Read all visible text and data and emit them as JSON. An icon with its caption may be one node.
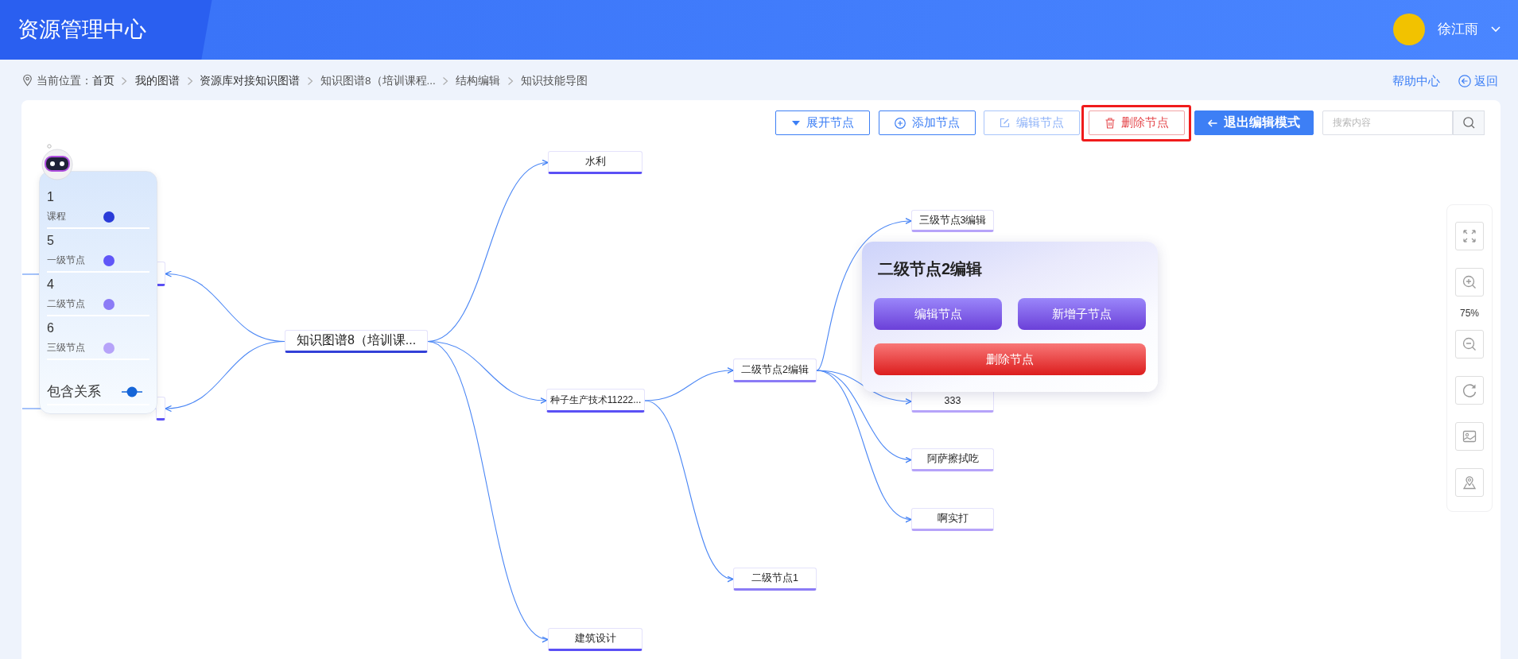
{
  "diagram": {
    "nodes": [
      {
        "text": [],
        "shape": "box"
      },
      {
        "text": [],
        "shape": "box"
      },
      {
        "text": [
          "知识图谱8（培训课..."
        ]
      },
      {
        "text": [
          "水利"
        ]
      },
      {
        "text": [
          "种子生产技术11222..."
        ]
      },
      {
        "text": [
          "建筑设计"
        ]
      },
      {
        "text": [
          "二级节点2编辑"
        ]
      },
      {
        "text": [
          "二级节点1"
        ]
      },
      {
        "text": [
          "三级节点3编辑"
        ]
      },
      {
        "text": [
          "333"
        ]
      },
      {
        "text": [
          "阿萨擦拭吃"
        ]
      },
      {
        "text": [
          "啊实打"
        ]
      },
      {
        "text": [
          "二级节点2编辑",
          "编辑节点",
          "新增子节点",
          "删除节点"
        ]
      }
    ],
    "edges": [
      {
        "from": 2,
        "to": 0,
        "arrow": "to"
      },
      {
        "from": 2,
        "to": 1,
        "arrow": "to"
      },
      {
        "from": 2,
        "to": 3,
        "arrow": "to"
      },
      {
        "from": 2,
        "to": 4,
        "arrow": "to"
      },
      {
        "from": 2,
        "to": 5,
        "arrow": "to"
      },
      {
        "from": 4,
        "to": 6,
        "arrow": "to"
      },
      {
        "from": 4,
        "to": 7,
        "arrow": "to"
      },
      {
        "from": 6,
        "to": 8,
        "arrow": "to"
      },
      {
        "from": 6,
        "to": 9,
        "arrow": "to"
      },
      {
        "from": 6,
        "to": 10,
        "arrow": "to"
      },
      {
        "from": 6,
        "to": 11,
        "arrow": "to"
      },
      {
        "from": 0,
        "to": null,
        "arrow": "none"
      },
      {
        "from": 1,
        "to": null,
        "arrow": "none"
      }
    ],
    "labels": [
      "资源管理中心",
      "徐江雨",
      "当前位置：",
      "首页",
      "我的图谱",
      "资源库对接知识图谱",
      "知识图谱8（培训课程...",
      "结构编辑",
      "知识技能导图",
      "帮助中心",
      "返回",
      "展开节点",
      "添加节点",
      "编辑节点",
      "删除节点",
      "退出编辑模式",
      "搜索内容",
      "1",
      "5",
      "4",
      "6",
      "75%"
    ],
    "legend": [
      {
        "text": "课程",
        "color": "#2a3bd8"
      },
      {
        "text": "一级节点",
        "color": "#6056f8"
      },
      {
        "text": "二级节点",
        "color": "#8b7bf6"
      },
      {
        "text": "三级节点",
        "color": "#b6a3f9"
      },
      {
        "text": "包含关系"
      }
    ]
  }
}
